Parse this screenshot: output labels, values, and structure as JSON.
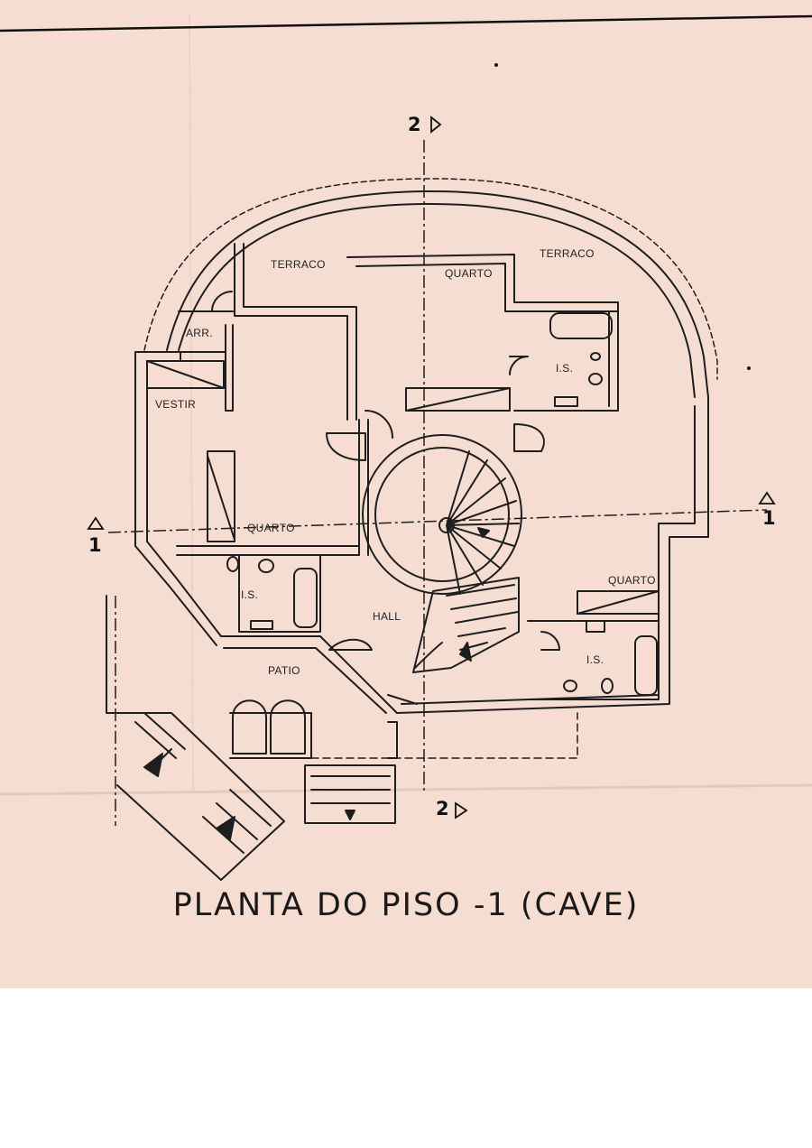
{
  "drawing": {
    "title": "PLANTA DO PISO -1 (CAVE)",
    "rooms": {
      "terraco_left": "TERRACO",
      "terraco_right": "TERRACO",
      "quarto_top": "QUARTO",
      "arr": "ARR.",
      "is_top": "I.S.",
      "vestir": "VESTIR",
      "quarto_left": "QUARTO",
      "is_left": "I.S.",
      "hall": "HALL",
      "quarto_right": "QUARTO",
      "is_right": "I.S.",
      "patio": "PATIO"
    },
    "section_marks": {
      "top": "2",
      "bottom": "2",
      "left": "1",
      "right": "1"
    }
  },
  "colors": {
    "paper": "#f6ddd1",
    "ink": "#1e1e1e",
    "background": "#ffffff"
  }
}
